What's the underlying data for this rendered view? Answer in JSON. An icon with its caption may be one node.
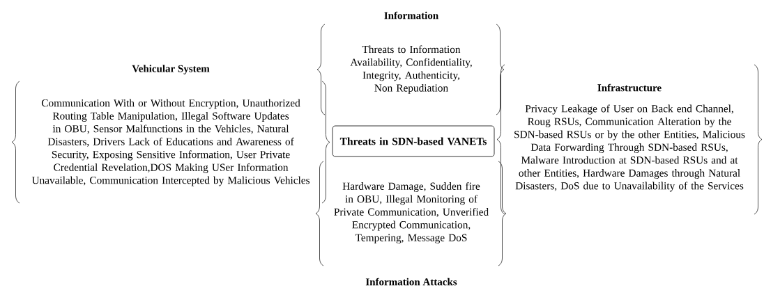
{
  "diagram": {
    "nodes": [
      {
        "text": [
          "Information",
          "Threats to Information Availability, Confidentiality, Integrity, Authenticity, Non Repudiation"
        ]
      },
      {
        "text": [
          "Vehicular System",
          "Communication With or Without Encryption, Unauthorized Routing Table Manipulation, Illegal Software Updates in OBU, Sensor Malfunctions in the Vehicles, Natural Disasters, Drivers Lack of Educations and Awareness of Security, Exposing Sensitive Information, User Private Credential Revelation,DOS Making USer Information Unavailable, Communication Intercepted by Malicious Vehicles"
        ]
      },
      {
        "text": [
          "Threats in SDN-based VANETs"
        ]
      },
      {
        "text": [
          "Infrastructure",
          "Privacy Leakage of User on Back end Channel, Roug RSUs, Communication Alteration by the SDN-based RSUs or by the other Entities, Malicious Data Forwarding Through SDN-based RSUs, Malware Introduction at SDN-based RSUs and at other Entities,  Hardware Damages through Natural Disasters, DoS due to Unavailability of the Services"
        ]
      },
      {
        "text": [
          "Hardware Damage, Sudden fire in OBU, Illegal Monitoring of Private Communication, Unverified Encrypted Communication, Tempering, Message DoS",
          "Information Attacks"
        ]
      }
    ]
  }
}
